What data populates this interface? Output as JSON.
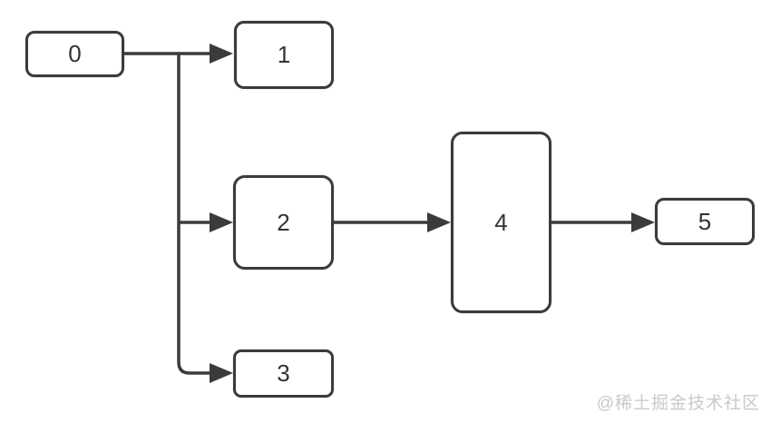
{
  "diagram": {
    "type": "flowchart",
    "nodes": [
      {
        "id": "0",
        "label": "0"
      },
      {
        "id": "1",
        "label": "1"
      },
      {
        "id": "2",
        "label": "2"
      },
      {
        "id": "3",
        "label": "3"
      },
      {
        "id": "4",
        "label": "4"
      },
      {
        "id": "5",
        "label": "5"
      }
    ],
    "edges": [
      {
        "from": "0",
        "to": "1"
      },
      {
        "from": "0",
        "to": "2"
      },
      {
        "from": "0",
        "to": "3"
      },
      {
        "from": "2",
        "to": "4"
      },
      {
        "from": "4",
        "to": "5"
      }
    ],
    "colors": {
      "line": "#3b3b3b",
      "node_border": "#3b3b3b",
      "node_fill": "#ffffff",
      "label_text": "#333333",
      "watermark_text": "#c9c9c9",
      "background": "#ffffff"
    }
  },
  "watermark": {
    "text": "@稀土掘金技术社区"
  }
}
